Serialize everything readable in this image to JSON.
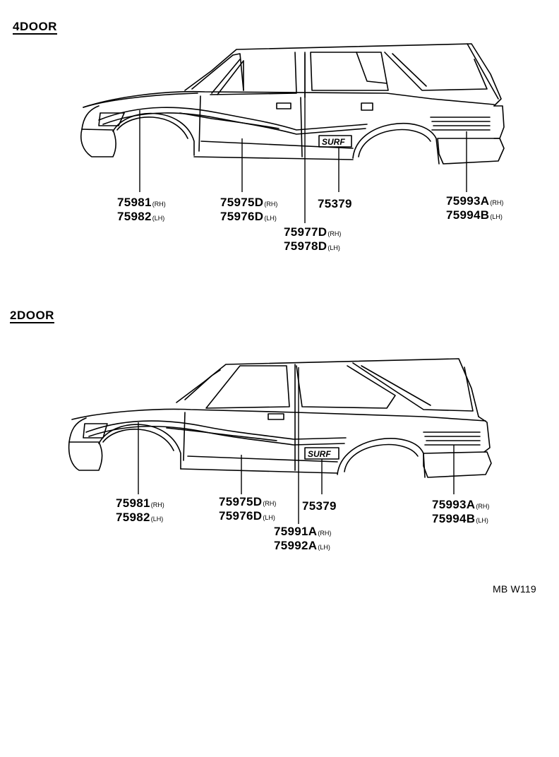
{
  "sections": [
    {
      "title": "4DOOR",
      "labels": [
        {
          "parts": [
            {
              "number": "75981",
              "side": "(RH)"
            },
            {
              "number": "75982",
              "side": "(LH)"
            }
          ]
        },
        {
          "parts": [
            {
              "number": "75975D",
              "side": "(RH)"
            },
            {
              "number": "75976D",
              "side": "(LH)"
            }
          ]
        },
        {
          "parts": [
            {
              "number": "75379",
              "side": ""
            }
          ]
        },
        {
          "parts": [
            {
              "number": "75993A",
              "side": "(RH)"
            },
            {
              "number": "75994B",
              "side": "(LH)"
            }
          ]
        },
        {
          "parts": [
            {
              "number": "75977D",
              "side": "(RH)"
            },
            {
              "number": "75978D",
              "side": "(LH)"
            }
          ]
        }
      ],
      "emblem_text": "SURF"
    },
    {
      "title": "2DOOR",
      "labels": [
        {
          "parts": [
            {
              "number": "75981",
              "side": "(RH)"
            },
            {
              "number": "75982",
              "side": "(LH)"
            }
          ]
        },
        {
          "parts": [
            {
              "number": "75975D",
              "side": "(RH)"
            },
            {
              "number": "75976D",
              "side": "(LH)"
            }
          ]
        },
        {
          "parts": [
            {
              "number": "75379",
              "side": ""
            }
          ]
        },
        {
          "parts": [
            {
              "number": "75993A",
              "side": "(RH)"
            },
            {
              "number": "75994B",
              "side": "(LH)"
            }
          ]
        },
        {
          "parts": [
            {
              "number": "75991A",
              "side": "(RH)"
            },
            {
              "number": "75992A",
              "side": "(LH)"
            }
          ]
        }
      ],
      "emblem_text": "SURF"
    }
  ],
  "drawing_code": "MB W119"
}
